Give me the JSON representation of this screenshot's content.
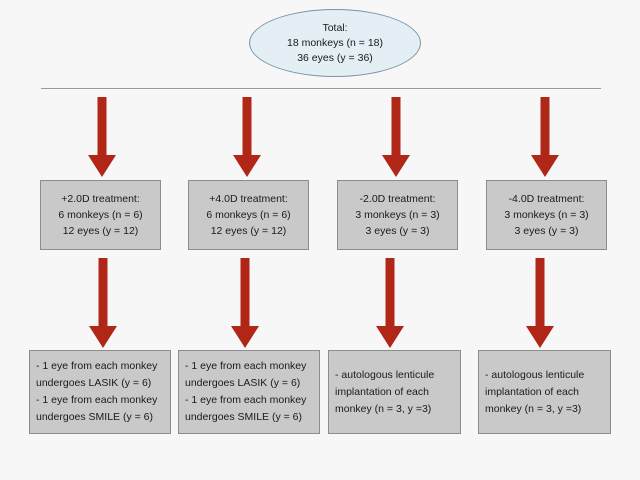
{
  "diagram": {
    "background_color": "#f7f7f7",
    "arrow_color": "#b02718",
    "box_fill_color": "#c9c9c9",
    "ellipse_fill_color": "#e3eef5",
    "root": {
      "lines": [
        "Total:",
        "18 monkeys (n = 18)",
        "36 eyes (y = 36)"
      ]
    },
    "treatment_groups": [
      {
        "id": "plus-2d",
        "lines": [
          "+2.0D treatment:",
          "6 monkeys (n = 6)",
          "12 eyes (y = 12)"
        ]
      },
      {
        "id": "plus-4d",
        "lines": [
          "+4.0D treatment:",
          "6 monkeys (n = 6)",
          "12 eyes (y = 12)"
        ]
      },
      {
        "id": "minus-2d",
        "lines": [
          "-2.0D treatment:",
          "3 monkeys (n = 3)",
          "3 eyes (y = 3)"
        ]
      },
      {
        "id": "minus-4d",
        "lines": [
          "-4.0D treatment:",
          "3 monkeys (n = 3)",
          "3 eyes (y = 3)"
        ]
      }
    ],
    "procedures": [
      {
        "id": "lasik-smile-1",
        "lines": [
          "- 1 eye from each monkey",
          "undergoes LASIK (y = 6)",
          "- 1 eye from each monkey",
          "undergoes SMILE (y = 6)"
        ]
      },
      {
        "id": "lasik-smile-2",
        "lines": [
          "- 1 eye from each monkey",
          "undergoes LASIK (y = 6)",
          "- 1 eye from each monkey",
          "undergoes SMILE (y = 6)"
        ]
      },
      {
        "id": "lenticule-1",
        "lines": [
          "- autologous lenticule",
          "implantation of each",
          "monkey (n = 3, y =3)"
        ]
      },
      {
        "id": "lenticule-2",
        "lines": [
          "- autologous lenticule",
          "implantation of each",
          "monkey (n = 3, y =3)"
        ]
      }
    ]
  }
}
